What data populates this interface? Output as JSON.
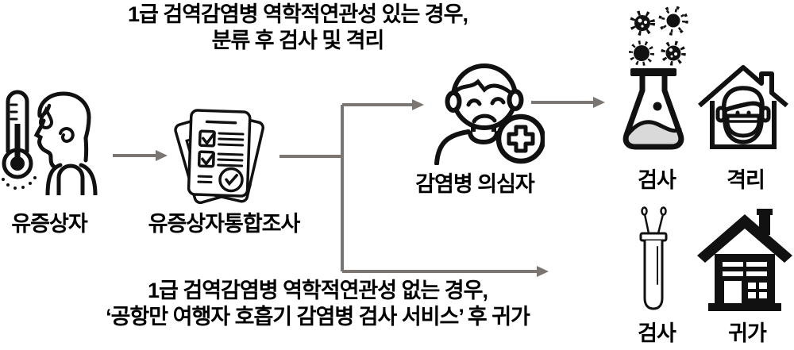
{
  "flow": {
    "top_note": {
      "line1": "1급 검역감염병 역학적연관성 있는 경우,",
      "line2": "분류 후 검사 및 격리"
    },
    "bottom_note": {
      "line1": "1급 검역감염병 역학적연관성 없는 경우,",
      "line2": "‘공항만 여행자 호흡기 감염병 검사 서비스’ 후 귀가"
    },
    "nodes": {
      "symptomatic": {
        "label": "유증상자",
        "icon": "thermometer-sweating-person-icon"
      },
      "survey": {
        "label": "유증상자통합조사",
        "icon": "checklist-documents-icon"
      },
      "suspected": {
        "label": "감염병 의심자",
        "icon": "sick-person-medical-cross-icon"
      },
      "test_upper": {
        "label": "검사",
        "icon": "lab-flask-icon"
      },
      "isolation": {
        "label": "격리",
        "icon": "house-masked-person-icon"
      },
      "test_lower": {
        "label": "검사",
        "icon": "swab-test-tube-icon"
      },
      "return_home": {
        "label": "귀가",
        "icon": "black-house-icon"
      }
    },
    "decor": {
      "virus_cluster": "virus-icons"
    },
    "colors": {
      "background": "#ffffff",
      "text": "#000000",
      "arrow": "#7c7672",
      "icon_stroke": "#111111",
      "flask_liquid": "#d9d9d9"
    }
  }
}
